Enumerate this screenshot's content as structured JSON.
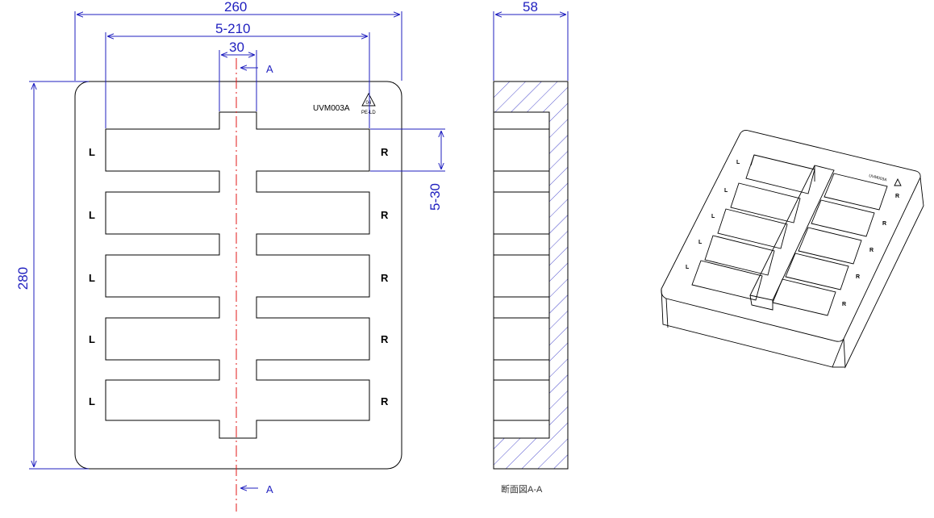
{
  "drawing": {
    "dimensions": {
      "overall_width": "260",
      "pocket_width": "5-210",
      "center_width": "30",
      "depth": "58",
      "overall_height": "280",
      "pocket_height": "5-30"
    },
    "section_marker": "A",
    "model_code": "UVM003A",
    "recycle_symbol": {
      "number": "04",
      "material": "PE-LD"
    },
    "side_labels": {
      "left": "L",
      "right": "R"
    },
    "section_caption": "断面図A-A",
    "colors": {
      "dimension": "#1f1fbf",
      "center_line": "#e01818",
      "outline": "#000000"
    }
  }
}
